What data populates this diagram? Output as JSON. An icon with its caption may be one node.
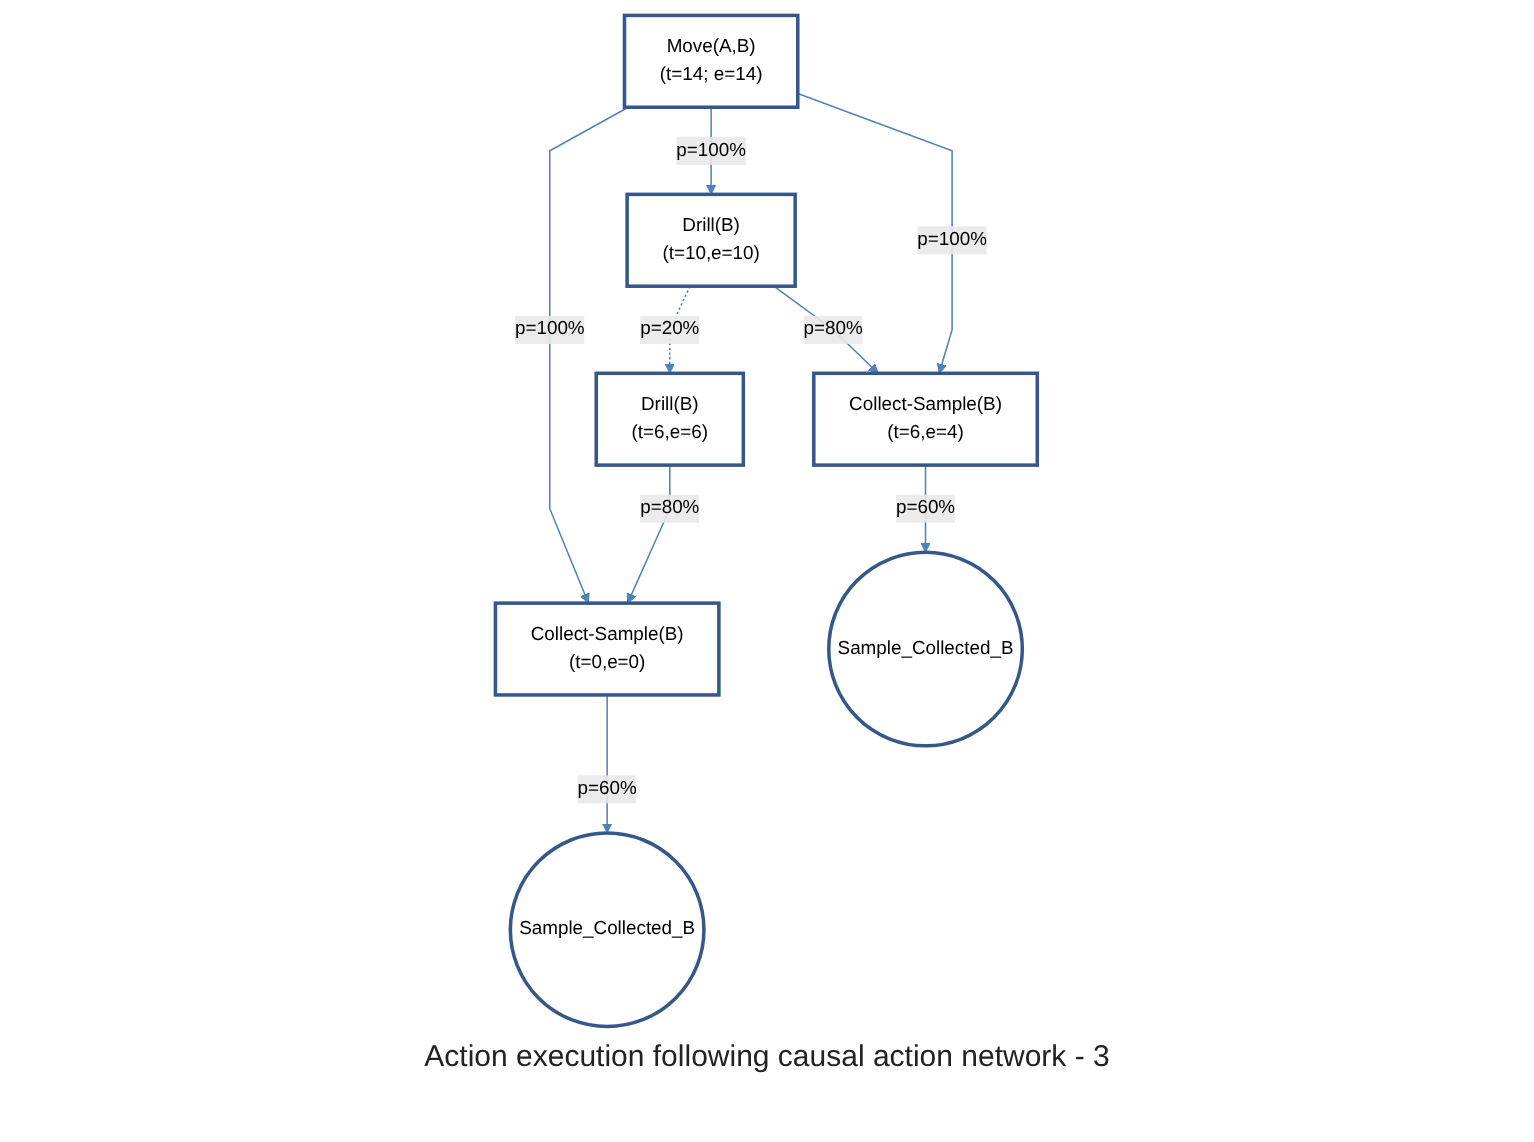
{
  "diagram": {
    "caption": "Action execution following causal action network - 3",
    "nodes": [
      {
        "text": [
          "Move(A,B)",
          "(t=14; e=14)"
        ]
      },
      {
        "text": [
          "Drill(B)",
          "(t=10,e=10)"
        ]
      },
      {
        "text": [
          "Drill(B)",
          "(t=6,e=6)"
        ]
      },
      {
        "text": [
          "Collect-Sample(B)",
          "(t=6,e=4)"
        ]
      },
      {
        "text": [
          "Collect-Sample(B)",
          "(t=0,e=0)"
        ]
      },
      {
        "text": [
          "Sample_Collected_B"
        ]
      },
      {
        "text": [
          "Sample_Collected_B"
        ]
      }
    ],
    "edges": [
      {
        "from": 0,
        "to": 4,
        "arrow": "to",
        "label": "p=100%"
      },
      {
        "from": 0,
        "to": 1,
        "arrow": "to",
        "label": "p=100%"
      },
      {
        "from": 0,
        "to": 3,
        "arrow": "to",
        "label": "p=100%"
      },
      {
        "from": 1,
        "to": 2,
        "arrow": "to",
        "label": "p=20%",
        "style": "dashed"
      },
      {
        "from": 1,
        "to": 3,
        "arrow": "to",
        "label": "p=80%"
      },
      {
        "from": 2,
        "to": 4,
        "arrow": "to",
        "label": "p=80%"
      },
      {
        "from": 4,
        "to": 5,
        "arrow": "to",
        "label": "p=60%"
      },
      {
        "from": 3,
        "to": 6,
        "arrow": "to",
        "label": "p=60%"
      }
    ]
  }
}
